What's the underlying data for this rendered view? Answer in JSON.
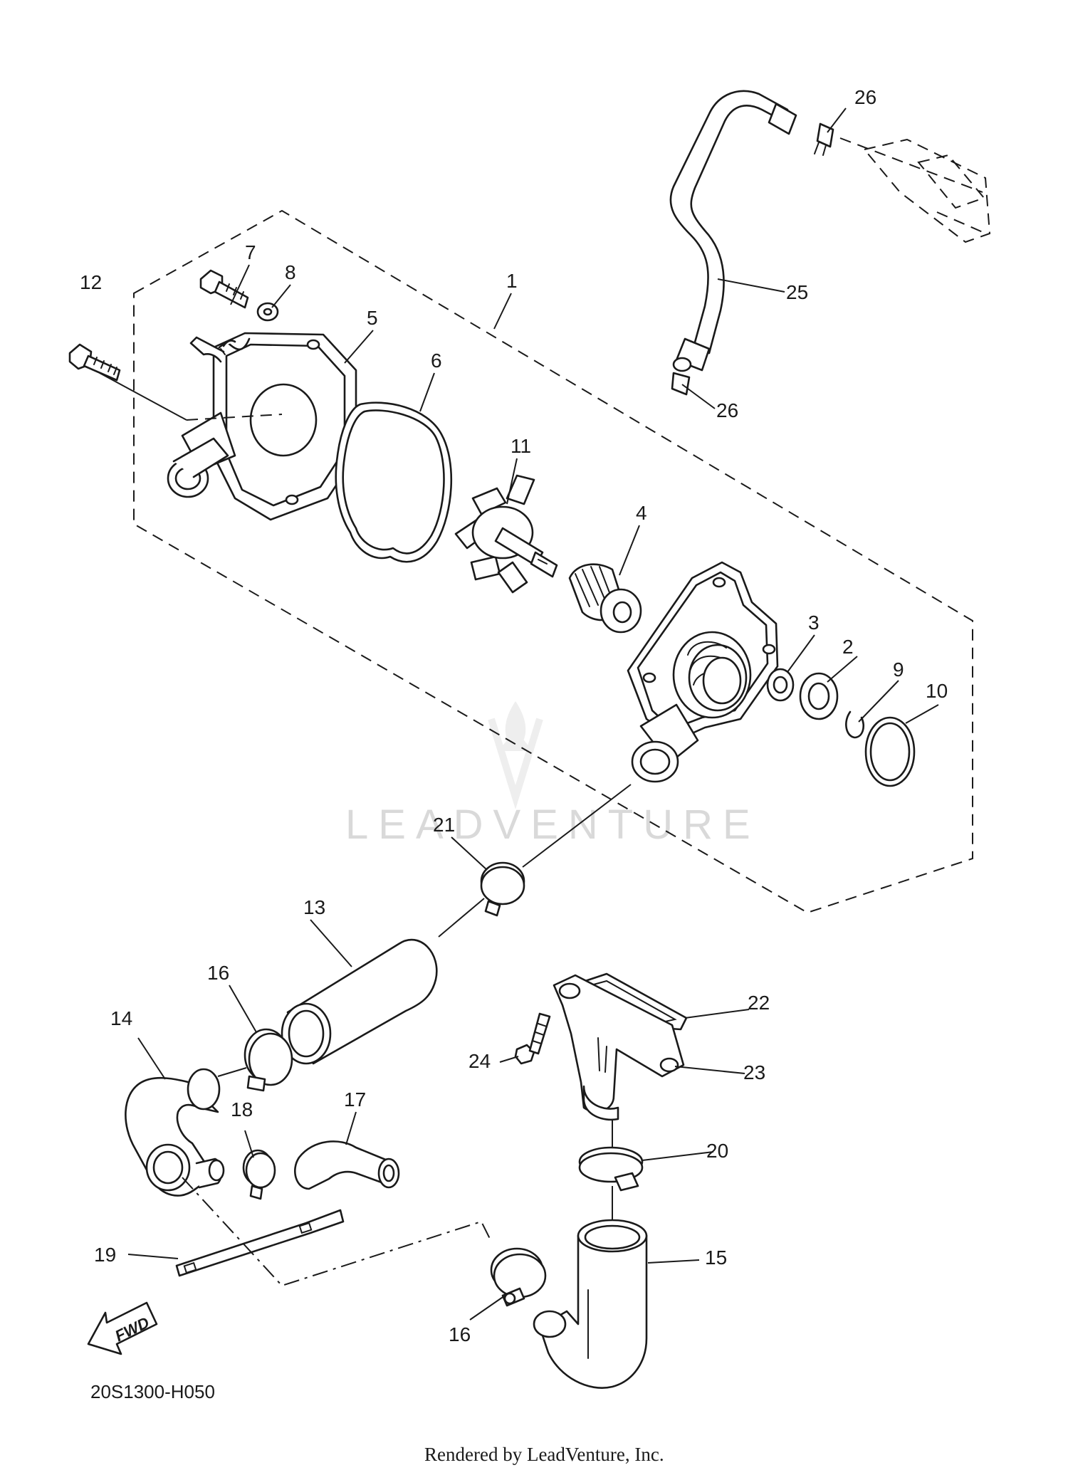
{
  "diagram": {
    "callouts": [
      {
        "id": "1",
        "label": "1"
      },
      {
        "id": "2",
        "label": "2"
      },
      {
        "id": "3",
        "label": "3"
      },
      {
        "id": "4",
        "label": "4"
      },
      {
        "id": "5",
        "label": "5"
      },
      {
        "id": "6",
        "label": "6"
      },
      {
        "id": "7",
        "label": "7"
      },
      {
        "id": "8",
        "label": "8"
      },
      {
        "id": "9",
        "label": "9"
      },
      {
        "id": "10",
        "label": "10"
      },
      {
        "id": "11",
        "label": "11"
      },
      {
        "id": "12",
        "label": "12"
      },
      {
        "id": "13",
        "label": "13"
      },
      {
        "id": "14",
        "label": "14"
      },
      {
        "id": "15",
        "label": "15"
      },
      {
        "id": "16a",
        "label": "16"
      },
      {
        "id": "16b",
        "label": "16"
      },
      {
        "id": "17",
        "label": "17"
      },
      {
        "id": "18",
        "label": "18"
      },
      {
        "id": "19",
        "label": "19"
      },
      {
        "id": "20",
        "label": "20"
      },
      {
        "id": "21",
        "label": "21"
      },
      {
        "id": "22",
        "label": "22"
      },
      {
        "id": "23",
        "label": "23"
      },
      {
        "id": "24",
        "label": "24"
      },
      {
        "id": "25",
        "label": "25"
      },
      {
        "id": "26a",
        "label": "26"
      },
      {
        "id": "26b",
        "label": "26"
      }
    ],
    "fwd_label": "FWD",
    "diagram_code": "20S1300-H050",
    "footer": "Rendered by LeadVenture, Inc.",
    "watermark": "LEADVENTURE"
  }
}
